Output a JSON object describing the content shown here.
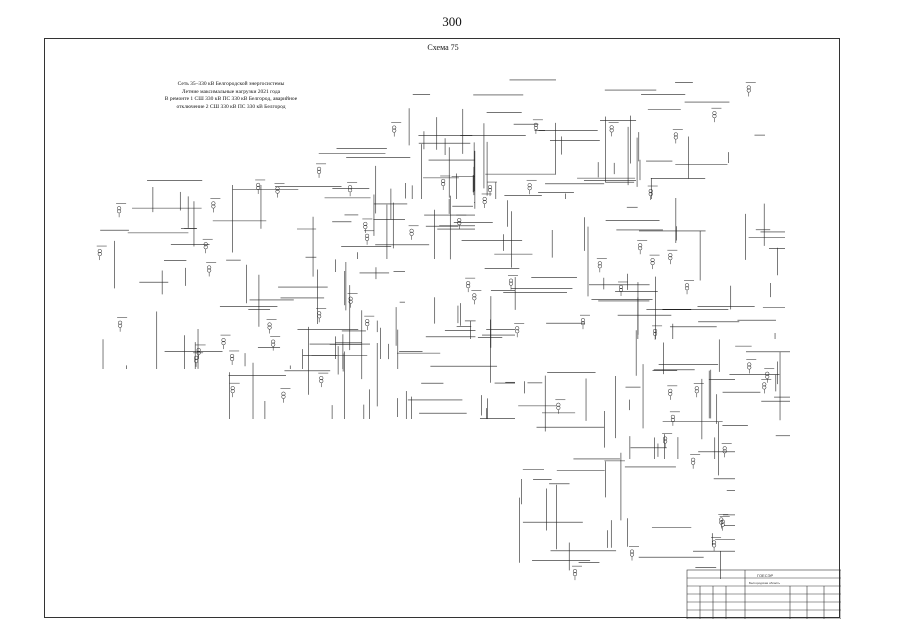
{
  "page": {
    "number": "300"
  },
  "scheme": {
    "title": "Схема 75"
  },
  "caption": {
    "line1": "Сеть 35–330 кВ Белгородской энергосистемы",
    "line2": "Летние максимальные нагрузки 2021 года",
    "line3": "В ремонте 1 СШ 330 кВ ПС 330 кВ Белгород, аварийное",
    "line4": "отключение 2 СШ 330 кВ ПС 330 кВ Белгород"
  },
  "title_block": {
    "org": "ГОЕСЭР",
    "subtitle": "Белгородская область"
  },
  "colors": {
    "ink": "#222222",
    "paper": "#ffffff"
  }
}
